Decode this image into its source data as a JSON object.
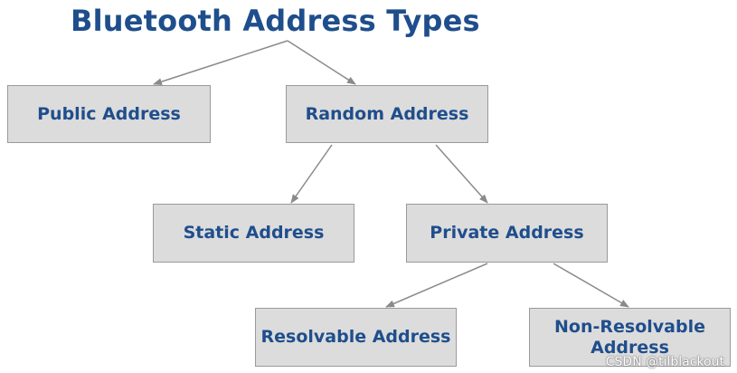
{
  "title": "Bluetooth Address Types",
  "nodes": {
    "public": "Public Address",
    "random": "Random Address",
    "static": "Static Address",
    "private": "Private Address",
    "resolvable": "Resolvable Address",
    "non_resolvable": "Non-Resolvable Address"
  },
  "watermark": "CSDN @tilblackout",
  "colors": {
    "text": "#1f4e8c",
    "box_fill": "#dcdcdc",
    "box_border": "#9a9a9a",
    "arrow": "#8a8a8a"
  }
}
